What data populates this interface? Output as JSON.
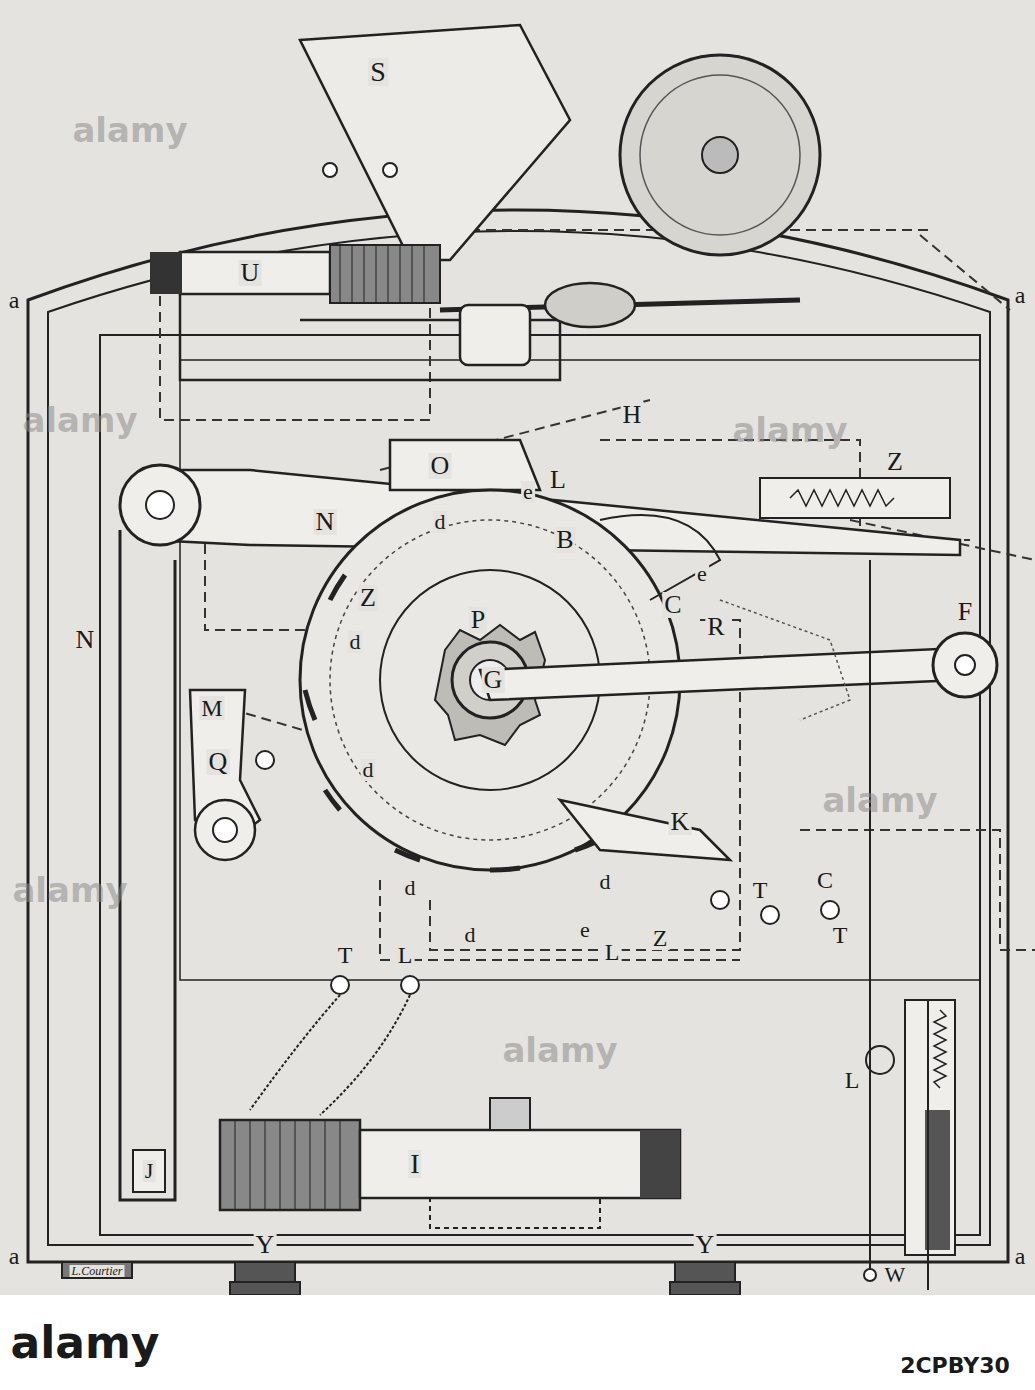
{
  "diagram": {
    "labels": [
      "a",
      "a",
      "S",
      "U",
      "H",
      "Z",
      "O",
      "e",
      "L",
      "N",
      "d",
      "B",
      "Z",
      "e",
      "P",
      "C",
      "R",
      "d",
      "N",
      "F",
      "G",
      "M",
      "Q",
      "d",
      "K",
      "C",
      "d",
      "d",
      "T",
      "d",
      "e",
      "L",
      "Z",
      "T",
      "T",
      "L",
      "L",
      "J",
      "I",
      "Y",
      "Y",
      "a",
      "a",
      "L.Courtier",
      "W",
      "alamy",
      "alamy",
      "alamy",
      "alamy",
      "alamy",
      "alamy",
      "alamy",
      "2CPBY30"
    ]
  }
}
